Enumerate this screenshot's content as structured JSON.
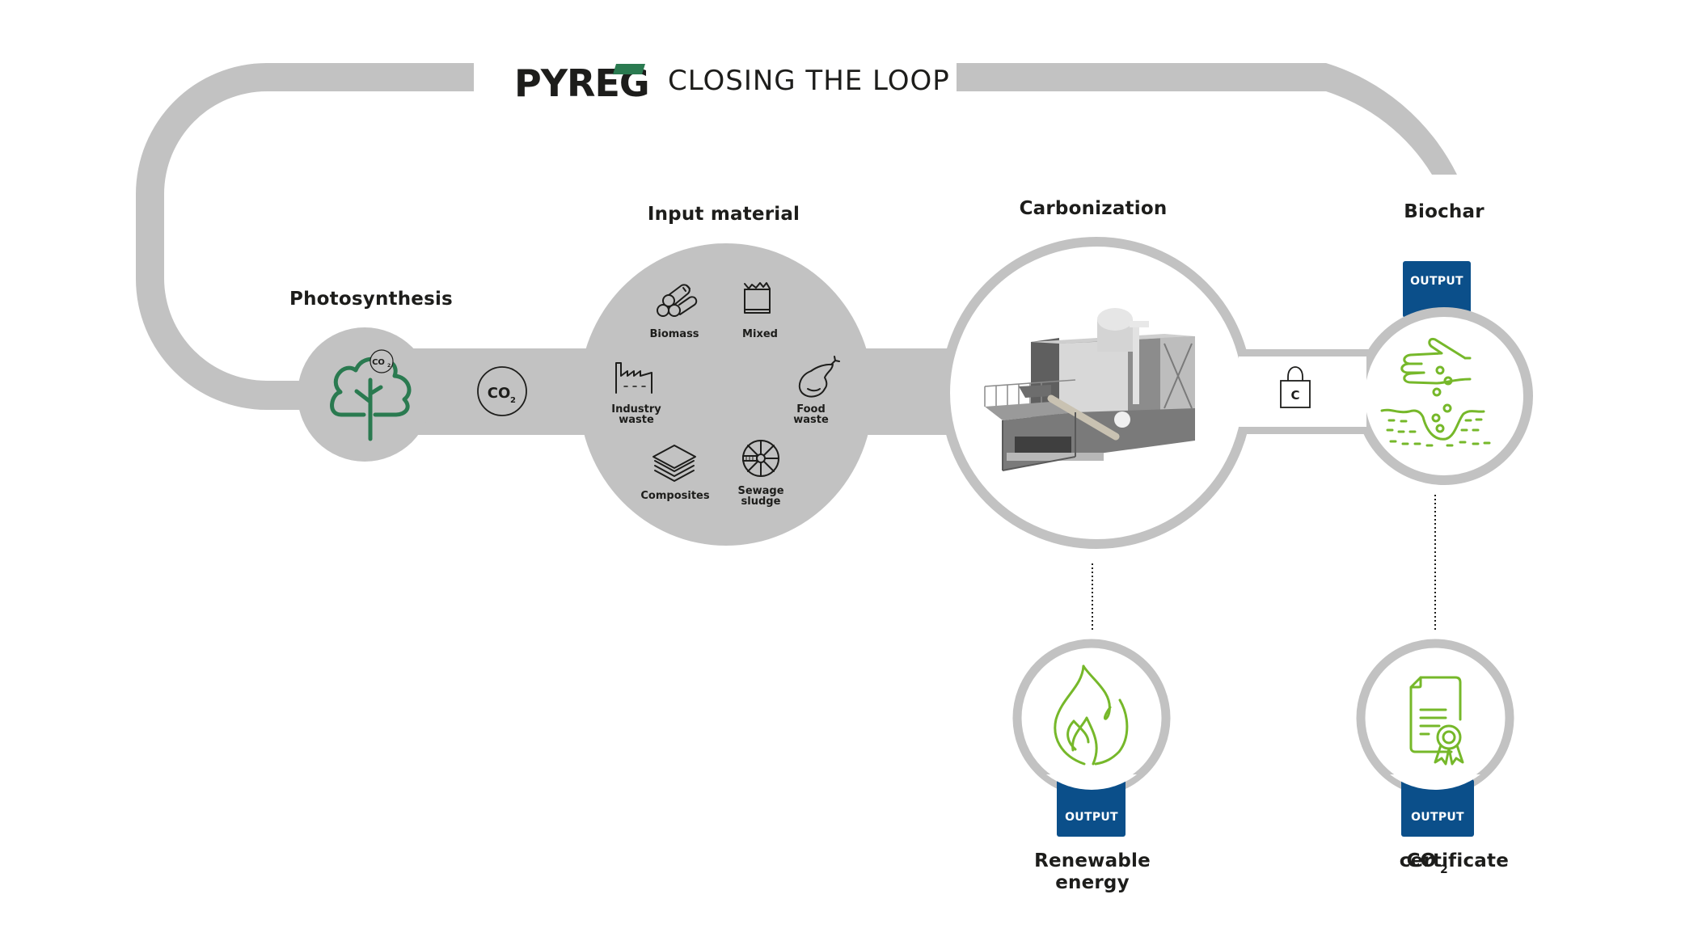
{
  "header": {
    "brand": "PYREG",
    "title": "CLOSING THE LOOP"
  },
  "colors": {
    "loop_gray": "#c2c2c2",
    "output_blue": "#0b4f8a",
    "icon_green": "#76b82a",
    "tree_green": "#2a7a50",
    "brand_green": "#2a7a50",
    "text_dark": "#1d1d1b"
  },
  "stages": {
    "photosynthesis": {
      "label": "Photosynthesis",
      "icon": "tree-icon",
      "badge": "CO₂"
    },
    "co2_transfer": {
      "label": "CO",
      "sub": "2",
      "icon": "co2-icon"
    },
    "input_material": {
      "label": "Input material",
      "items": [
        {
          "label": "Biomass",
          "icon": "logs-icon"
        },
        {
          "label": "Mixed",
          "icon": "bin-icon"
        },
        {
          "label_line1": "Industry",
          "label_line2": "waste",
          "icon": "factory-icon"
        },
        {
          "label_line1": "Food",
          "label_line2": "waste",
          "icon": "pear-icon"
        },
        {
          "label": "Composites",
          "icon": "layers-icon"
        },
        {
          "label_line1": "Sewage",
          "label_line2": "sludge",
          "icon": "sewage-wheel-icon"
        }
      ]
    },
    "carbonization": {
      "label": "Carbonization",
      "image": "pyrolysis-plant"
    },
    "carbon_lock": {
      "label": "C",
      "icon": "lock-icon"
    },
    "biochar": {
      "label": "Biochar",
      "badge": "OUTPUT",
      "icon": "hand-soil-icon"
    },
    "renewable_energy": {
      "label_line1": "Renewable",
      "label_line2": "energy",
      "badge": "OUTPUT",
      "icon": "flame-icon"
    },
    "co2_certificate": {
      "label_main": "CO",
      "label_sub": "2",
      "label_rest": " certificate",
      "badge": "OUTPUT",
      "icon": "certificate-icon"
    }
  }
}
